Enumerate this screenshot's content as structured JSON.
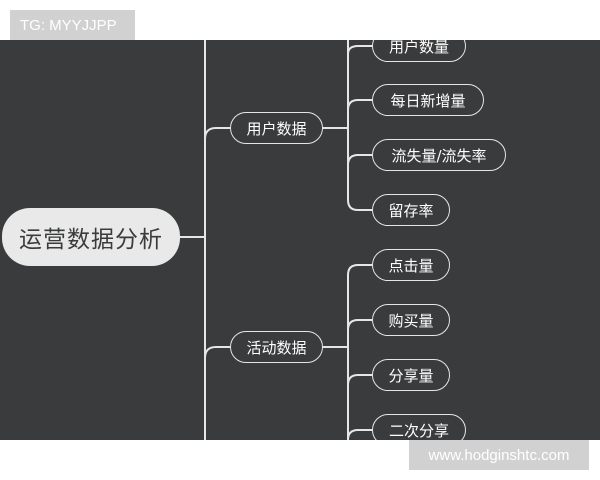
{
  "watermark_top": "TG: MYYJJPP",
  "watermark_bottom": "www.hodginshtc.com",
  "mindmap": {
    "root": "运营数据分析",
    "branches": [
      {
        "label": "用户数据",
        "children": [
          "用户数量",
          "每日新增量",
          "流失量/流失率",
          "留存率"
        ]
      },
      {
        "label": "活动数据",
        "children": [
          "点击量",
          "购买量",
          "分享量",
          "二次分享"
        ]
      }
    ]
  },
  "colors": {
    "background": "#3a3b3d",
    "lines": "#e6e6e6",
    "root_fill": "#e9e9e9",
    "text": "#ffffff"
  }
}
